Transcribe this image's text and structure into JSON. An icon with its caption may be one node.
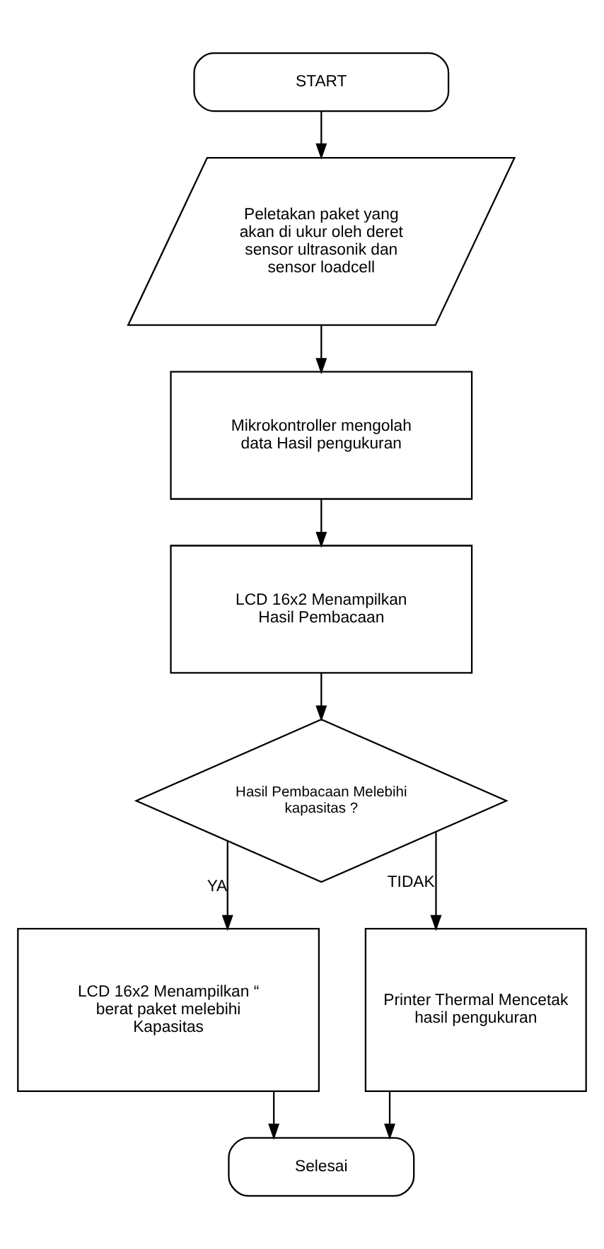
{
  "diagram": {
    "nodes": [
      {
        "text": [
          "START"
        ]
      },
      {
        "text": [
          "Peletakan paket yang akan di ukur oleh deret sensor ultrasonik dan sensor loadcell"
        ]
      },
      {
        "text": [
          "Mikrokontroller mengolah data Hasil pengukuran"
        ]
      },
      {
        "text": [
          "LCD 16x2 Menampilkan Hasil Pembacaan"
        ]
      },
      {
        "text": [
          "Hasil Pembacaan Melebihi kapasitas ?"
        ]
      },
      {
        "text": [
          "LCD 16x2 Menampilkan “ berat paket melebihi Kapasitas"
        ]
      },
      {
        "text": [
          "Printer Thermal Mencetak hasil pengukuran"
        ]
      },
      {
        "text": [
          "Selesai"
        ]
      }
    ],
    "edges": [
      {
        "from": 0,
        "to": 1,
        "arrow": "to"
      },
      {
        "from": 1,
        "to": 2,
        "arrow": "to"
      },
      {
        "from": 2,
        "to": 3,
        "arrow": "to"
      },
      {
        "from": 3,
        "to": 4,
        "arrow": "to"
      },
      {
        "from": 4,
        "to": 5,
        "arrow": "to",
        "label": "YA"
      },
      {
        "from": 4,
        "to": 6,
        "arrow": "to",
        "label": "TIDAK"
      },
      {
        "from": 5,
        "to": 7,
        "arrow": "to"
      },
      {
        "from": 6,
        "to": 7,
        "arrow": "to"
      }
    ]
  }
}
